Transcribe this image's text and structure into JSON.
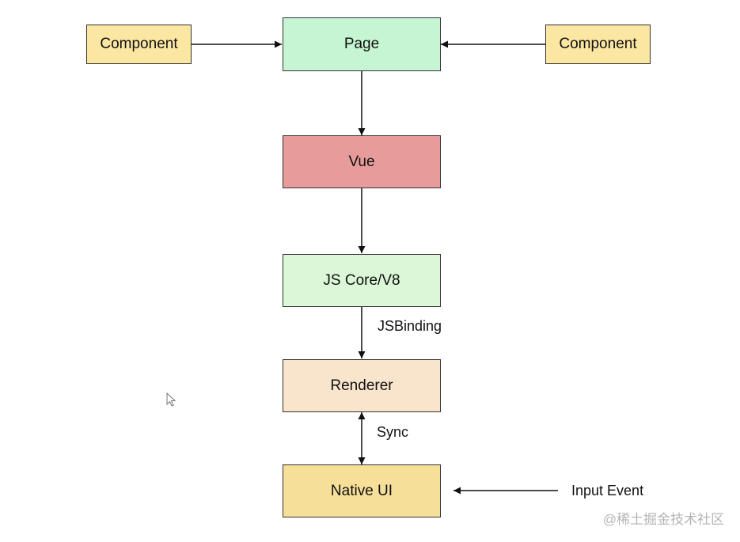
{
  "nodes": {
    "component_left": {
      "label": "Component",
      "color": "#fbe6a2"
    },
    "page": {
      "label": "Page",
      "color": "#c6f5d3"
    },
    "component_right": {
      "label": "Component",
      "color": "#fbe6a2"
    },
    "vue": {
      "label": "Vue",
      "color": "#e89b9b"
    },
    "js_core": {
      "label": "JS Core/V8",
      "color": "#dcf7d7"
    },
    "renderer": {
      "label": "Renderer",
      "color": "#f8e5cc"
    },
    "native_ui": {
      "label": "Native UI",
      "color": "#f6df98"
    }
  },
  "edge_labels": {
    "jsbinding": "JSBinding",
    "sync": "Sync",
    "input_event": "Input Event"
  },
  "watermark": "@稀土掘金技术社区"
}
